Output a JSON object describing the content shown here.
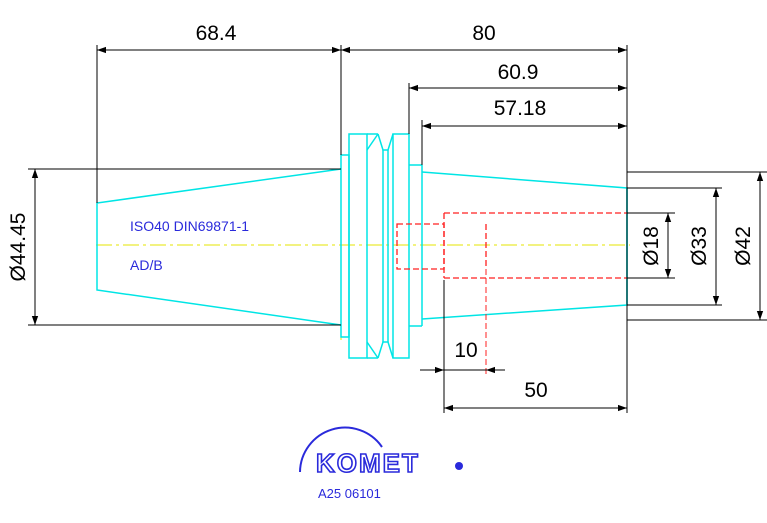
{
  "dimensions": {
    "d1": "68.4",
    "d2": "80",
    "d3": "60.9",
    "d4": "57.18",
    "d5": "10",
    "d6": "50",
    "dia1": "Ø44.45",
    "dia2": "Ø18",
    "dia3": "Ø33",
    "dia4": "Ø42"
  },
  "notes": {
    "line1": "ISO40 DIN69871-1",
    "line2": "AD/B"
  },
  "logo": {
    "text": "KOMET"
  },
  "drawing_code": "A25 06101",
  "colors": {
    "outline": "#00e5e5",
    "centerline": "#e6e600",
    "hidden": "#ff2020",
    "dimension": "#000000",
    "text_blue": "#2a2adb"
  }
}
